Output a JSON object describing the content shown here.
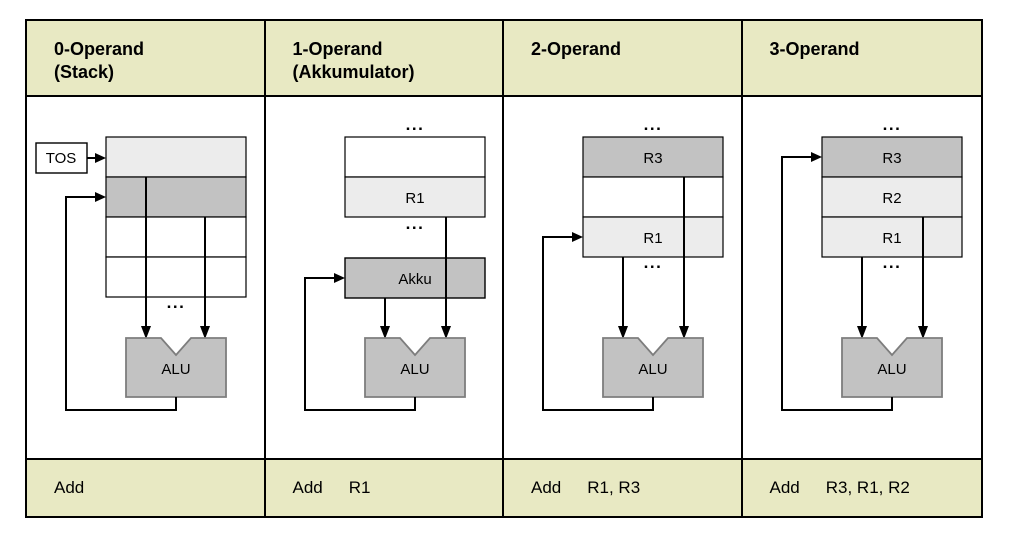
{
  "colors": {
    "header_bg": "#e8e9c3",
    "footer_bg": "#e8e9c3",
    "light_gray": "#ececec",
    "mid_gray": "#c2c2c2",
    "alu_border": "#7d7d7d",
    "line": "#000000"
  },
  "table": {
    "columns": [
      {
        "header_line1": "0-Operand",
        "header_line2": "(Stack)",
        "mnemonic": "Add",
        "operands": "",
        "tos_label": "TOS",
        "alu_label": "ALU",
        "dots_below": "...",
        "registers": [
          "",
          "",
          "",
          ""
        ]
      },
      {
        "header_line1": "1-Operand",
        "header_line2": "(Akkumulator)",
        "mnemonic": "Add",
        "operands": "R1",
        "akku_label": "Akku",
        "alu_label": "ALU",
        "dots_above": "...",
        "dots_below": "...",
        "registers": [
          "",
          "R1"
        ]
      },
      {
        "header_line1": "2-Operand",
        "header_line2": "",
        "mnemonic": "Add",
        "operands": "R1, R3",
        "alu_label": "ALU",
        "dots_above": "...",
        "dots_below": "...",
        "registers": [
          "R3",
          "",
          "R1"
        ]
      },
      {
        "header_line1": "3-Operand",
        "header_line2": "",
        "mnemonic": "Add",
        "operands": "R3, R1, R2",
        "alu_label": "ALU",
        "dots_above": "...",
        "dots_below": "...",
        "registers": [
          "R3",
          "R2",
          "R1"
        ]
      }
    ]
  }
}
